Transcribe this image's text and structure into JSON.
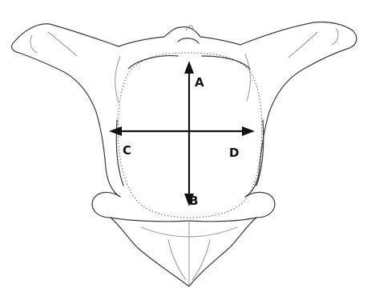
{
  "diagram": {
    "labels": {
      "a": "A",
      "b": "B",
      "c": "C",
      "d": "D"
    },
    "colors": {
      "ink": "#3a3a3a",
      "arrow": "#111111",
      "background": "#ffffff"
    }
  }
}
